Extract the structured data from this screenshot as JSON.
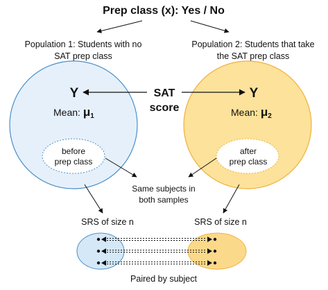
{
  "title": "Prep class (x): Yes / No",
  "population1": {
    "line1": "Population 1: Students with no",
    "line2": "SAT prep class",
    "y_label": "Y",
    "mean_prefix": "Mean: ",
    "mean_symbol": "μ",
    "mean_subscript": "1",
    "inner_line1": "before",
    "inner_line2": "prep class",
    "srs": "SRS of size n"
  },
  "population2": {
    "line1": "Population 2: Students that take",
    "line2": "the SAT prep class",
    "y_label": "Y",
    "mean_prefix": "Mean: ",
    "mean_symbol": "μ",
    "mean_subscript": "2",
    "inner_line1": "after",
    "inner_line2": "prep class",
    "srs": "SRS of size n"
  },
  "center": {
    "sat_line1": "SAT",
    "sat_line2": "score",
    "same_line1": "Same subjects in",
    "same_line2": "both samples"
  },
  "footer": "Paired by subject",
  "colors": {
    "pop1_fill": "#E6F0FB",
    "pop1_stroke": "#4A90C8",
    "pop2_fill": "#FCE29A",
    "pop2_stroke": "#F0B040",
    "sample1_fill": "#D5E8F7",
    "sample2_fill": "#FBD98A"
  }
}
